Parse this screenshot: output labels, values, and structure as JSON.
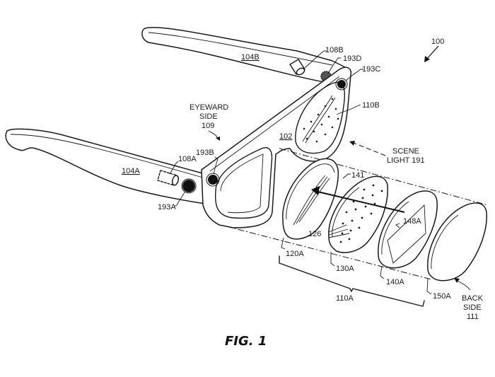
{
  "figure": {
    "caption": "FIG. 1",
    "reference": "100"
  },
  "labels": {
    "frame": "102",
    "temple_left": "104A",
    "temple_right": "104B",
    "camera_left": "108A",
    "camera_right": "108B",
    "eyeward_side": [
      "EYEWARD",
      "SIDE",
      "109"
    ],
    "lens_right": "110B",
    "lens_stack_left": "110A",
    "back_side": [
      "BACK",
      "SIDE",
      "111"
    ],
    "layer_120": "120A",
    "layer_130": "130A",
    "layer_140": "140A",
    "layer_150": "150A",
    "light_emitters": "126",
    "light_ray": "141",
    "region_148": "148A",
    "scene_light": [
      "SCENE",
      "LIGHT 191"
    ],
    "sensor_a": "193A",
    "sensor_b": "193B",
    "sensor_c": "193C",
    "sensor_d": "193D"
  }
}
